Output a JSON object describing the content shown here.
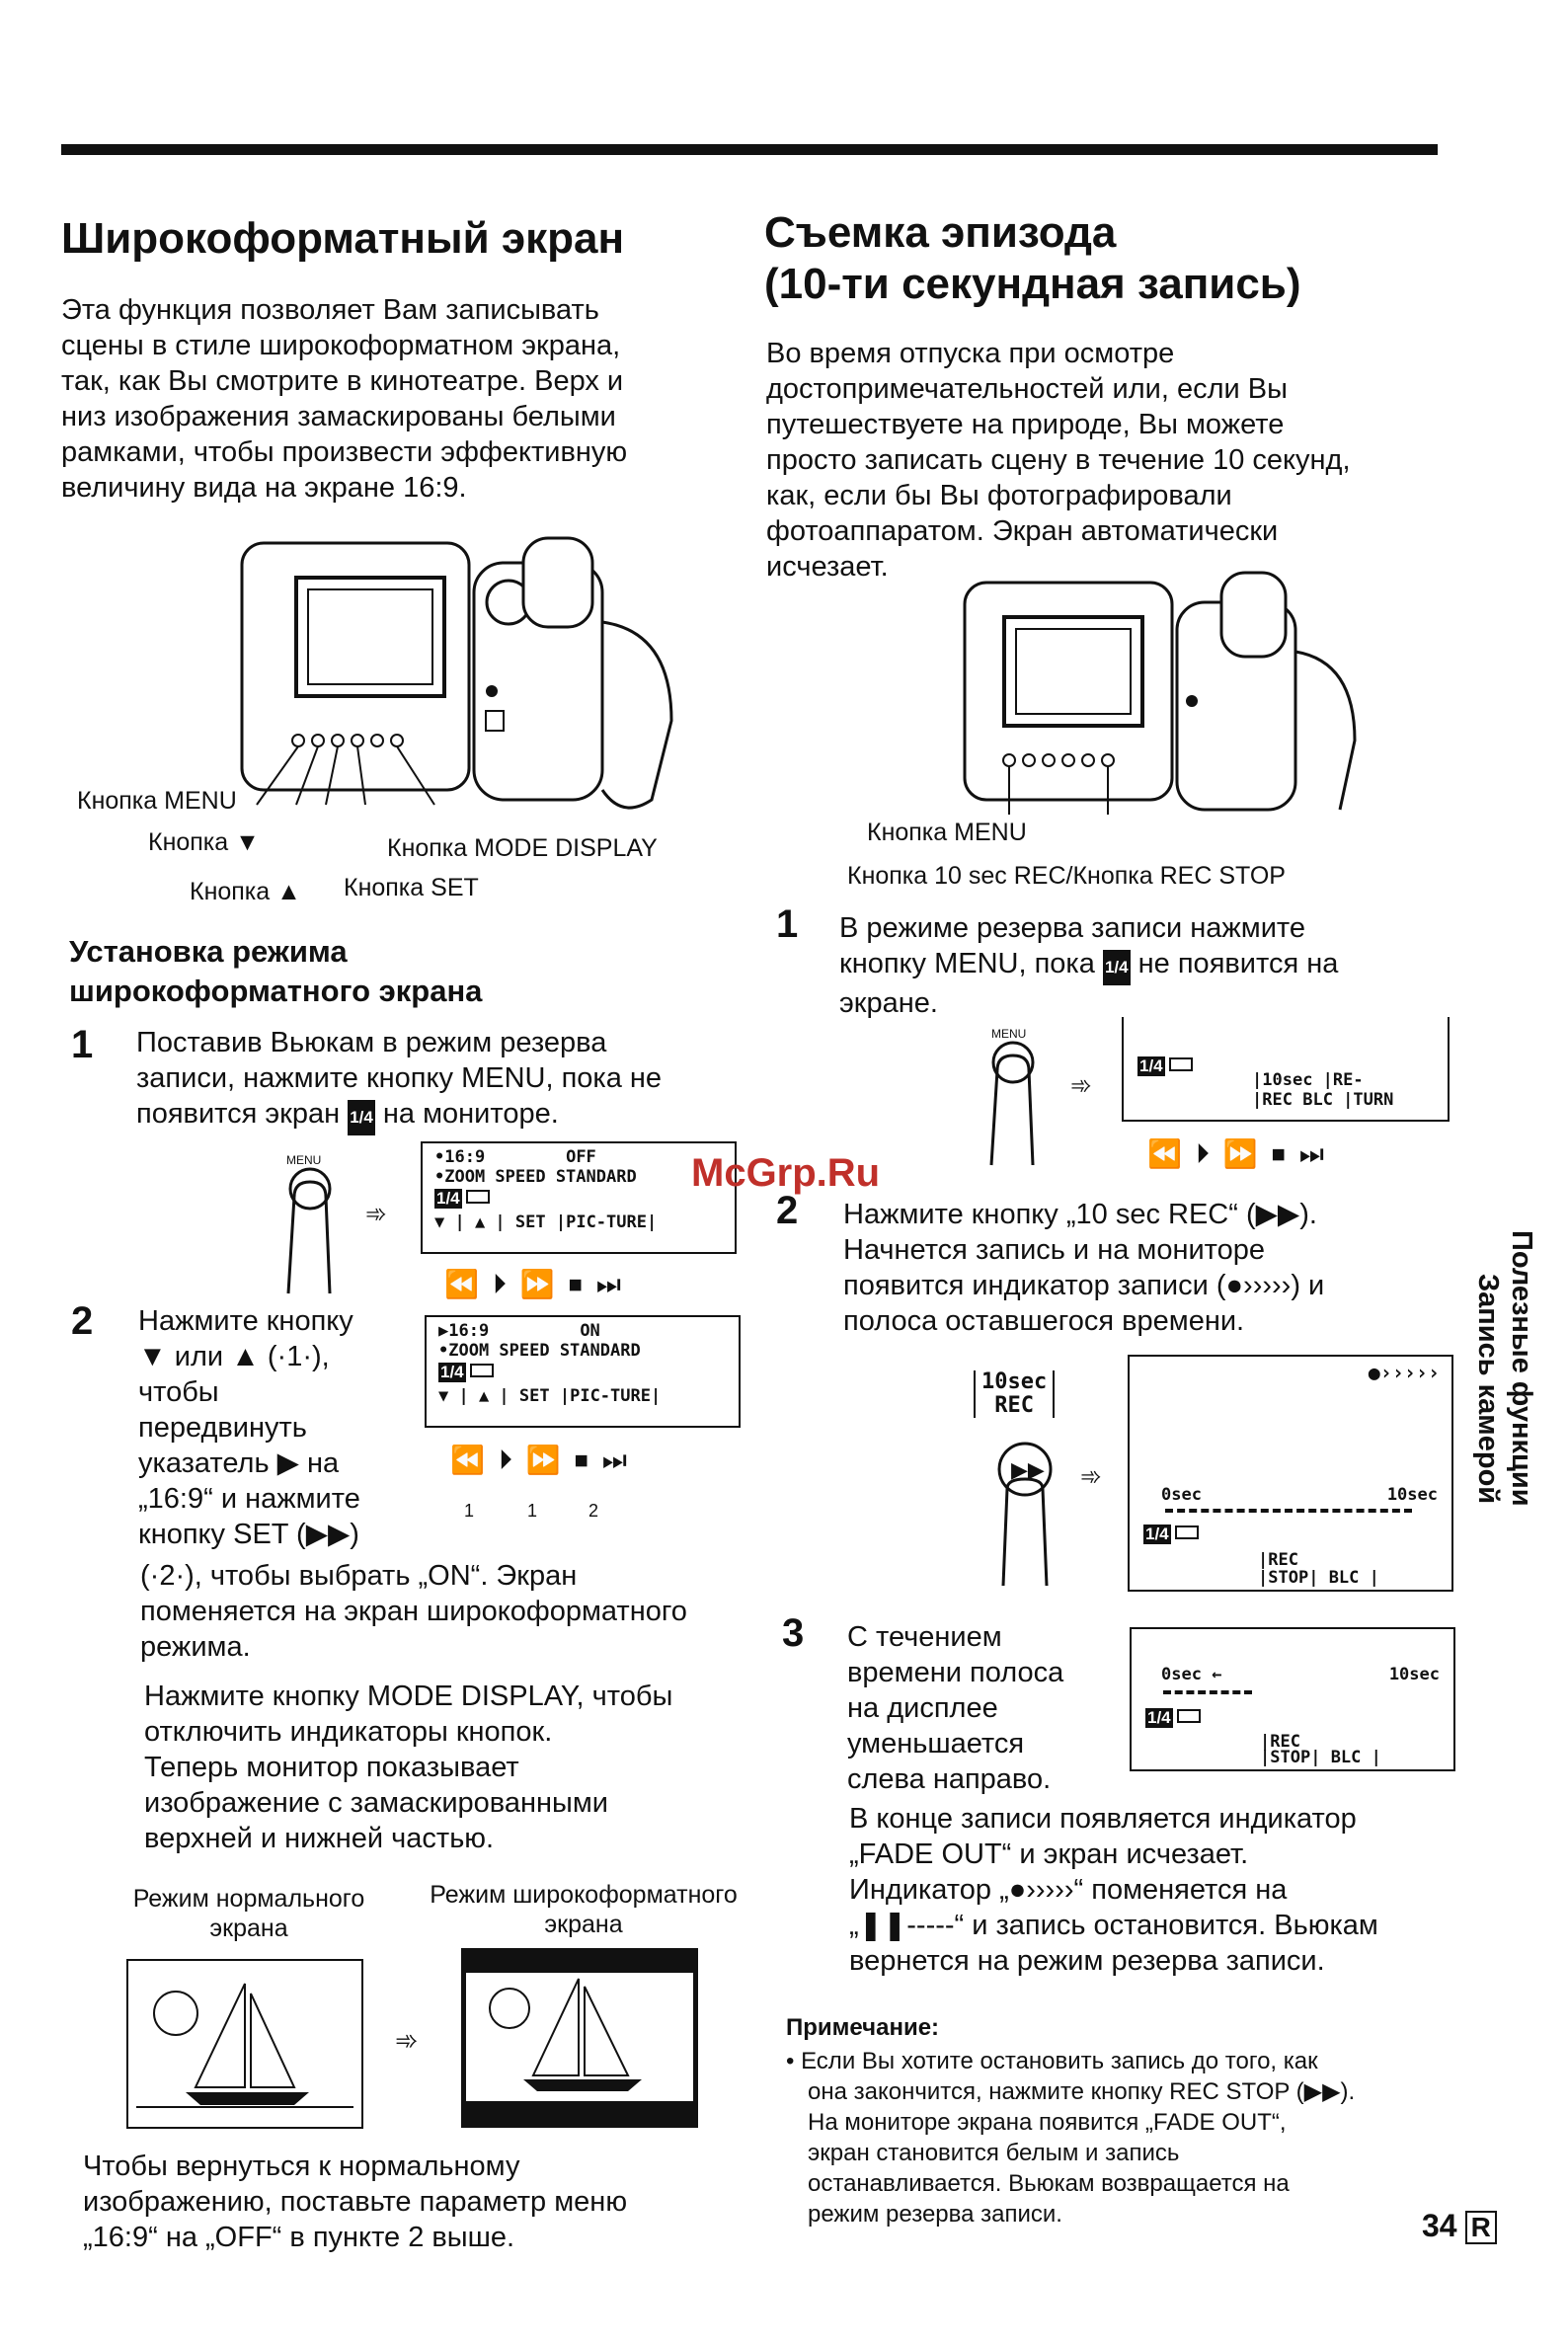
{
  "watermark": "McGrp.Ru",
  "left": {
    "title": "Широкоформатный экран",
    "intro": [
      "Эта функция позволяет Вам записывать",
      "сцены в стиле широкоформатном экрана,",
      "так, как Вы смотрите в кинотеатре. Верх и",
      "низ изображения замаскированы белыми",
      "рамками, чтобы произвести эффективную",
      "величину вида на экране 16:9."
    ],
    "labels": {
      "menu": "Кнопка MENU",
      "down": "Кнопка ▼",
      "up": "Кнопка ▲",
      "set": "Кнопка SET",
      "mode": "Кнопка MODE DISPLAY"
    },
    "subtitle": [
      "Установка режима",
      "широкоформатного экрана"
    ],
    "step1_num": "1",
    "step1": [
      "Поставив Вьюкам в режим резерва",
      "записи, нажмите кнопку MENU, пока не",
      "появится экран",
      "на мониторе."
    ],
    "menu_small": "MENU",
    "step_icon": "1/4",
    "osd1": {
      "l1": "•16:9",
      "l1b": "OFF",
      "l2": "•ZOOM SPEED STANDARD",
      "pic": "PIC-",
      "ture": "TURE",
      "set": "SET"
    },
    "osd2": {
      "l1": "▶16:9",
      "l1b": "ON",
      "l2": "•ZOOM SPEED STANDARD",
      "pic": "PIC-",
      "ture": "TURE",
      "set": "SET"
    },
    "step2_num": "2",
    "step2a": [
      "Нажмите кнопку",
      "▼ или ▲ (·1·),",
      "чтобы",
      "передвинуть",
      "указатель ▶ на",
      "„16:9“ и нажмите",
      "кнопку SET (▶▶)"
    ],
    "step2b": [
      "(·2·), чтобы выбрать „ON“. Экран",
      "поменяется на экран широкоформатного",
      "режима."
    ],
    "step2c": [
      "Нажмите кнопку MODE DISPLAY, чтобы",
      "отключить индикаторы кнопок.",
      "Теперь монитор показывает",
      "изображение с замаскированными",
      "верхней и нижней частью."
    ],
    "finger_labels": [
      "1",
      "1",
      "2"
    ],
    "cap_normal": [
      "Режим нормального",
      "экрана"
    ],
    "cap_wide": [
      "Режим широкоформатного",
      "экрана"
    ],
    "outro": [
      "Чтобы вернуться к нормальному",
      "изображению, поставьте параметр меню",
      "„16:9“ на „OFF“ в пункте 2 выше."
    ]
  },
  "right": {
    "title": [
      "Съемка эпизода",
      "(10-ти секундная запись)"
    ],
    "intro": [
      "Во время отпуска при осмотре",
      "достопримечательностей или, если Вы",
      "путешествуете на природе, Вы можете",
      "просто записать сцену в течение 10 секунд,",
      "как, если бы Вы фотографировали",
      "фотоаппаратом. Экран автоматически",
      "исчезает."
    ],
    "labels": {
      "menu": "Кнопка MENU",
      "rec": "Кнопка 10 sec REC/Кнопка REC STOP"
    },
    "step1_num": "1",
    "step1": [
      "В режиме резерва записи нажмите",
      "кнопку MENU, пока",
      "не появится на",
      "экране."
    ],
    "osd1": {
      "a": "10sec",
      "b": "REC",
      "c": "BLC",
      "d": "RE-",
      "e": "TURN"
    },
    "step2_num": "2",
    "step2": [
      "Нажмите кнопку „10 sec REC“ (▶▶).",
      "Начнется запись и на мониторе",
      "появится индикатор записи (●›››››) и",
      "полоса оставшегося времени."
    ],
    "rec_btn": [
      "10sec",
      "REC"
    ],
    "osd2": {
      "ind": "●›››››",
      "start": "0sec",
      "end": "10sec",
      "a": "REC",
      "b": "STOP",
      "c": "BLC"
    },
    "step3_num": "3",
    "step3": [
      "С течением",
      "времени полоса",
      "на дисплее",
      "уменьшается",
      "слева направо."
    ],
    "osd3": {
      "start": "0sec",
      "arrow": "←",
      "end": "10sec",
      "a": "REC",
      "b": "STOP",
      "c": "BLC"
    },
    "end_text": [
      "В конце записи появляется индикатор",
      "„FADE OUT“ и экран исчезает.",
      "Индикатор „●›››››“ поменяется на",
      "„❚❚-----“ и запись остановится. Вьюкам",
      "вернется на режим резерва записи."
    ],
    "note_title": "Примечание:",
    "note": [
      "• Если Вы хотите остановить запись до того, как",
      "она закончится, нажмите кнопку REC STOP (▶▶).",
      "На мониторе экрана появится „FADE OUT“,",
      "экран становится белым и запись",
      "останавливается. Вьюкам возвращается на",
      "режим резерва записи."
    ]
  },
  "side": {
    "a": "Полезные функции",
    "b": "Запись камерой"
  },
  "page": {
    "number": "34",
    "letter": "R"
  }
}
